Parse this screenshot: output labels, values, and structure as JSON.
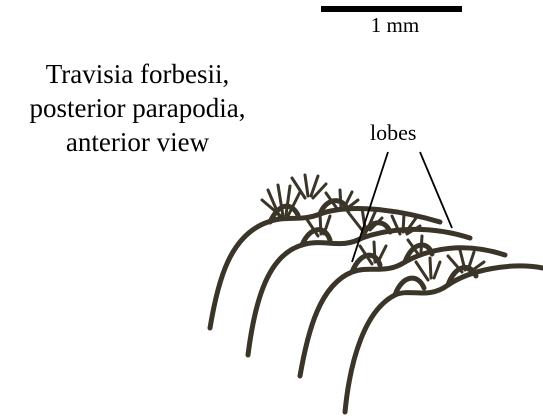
{
  "scale": {
    "label": "1 mm"
  },
  "title": {
    "line1": "Travisia forbesii,",
    "line2": "posterior parapodia,",
    "line3": "anterior view"
  },
  "annotation": {
    "label": "lobes"
  },
  "colors": {
    "ink": "#3a3528",
    "text": "#000000",
    "background": "#ffffff"
  }
}
